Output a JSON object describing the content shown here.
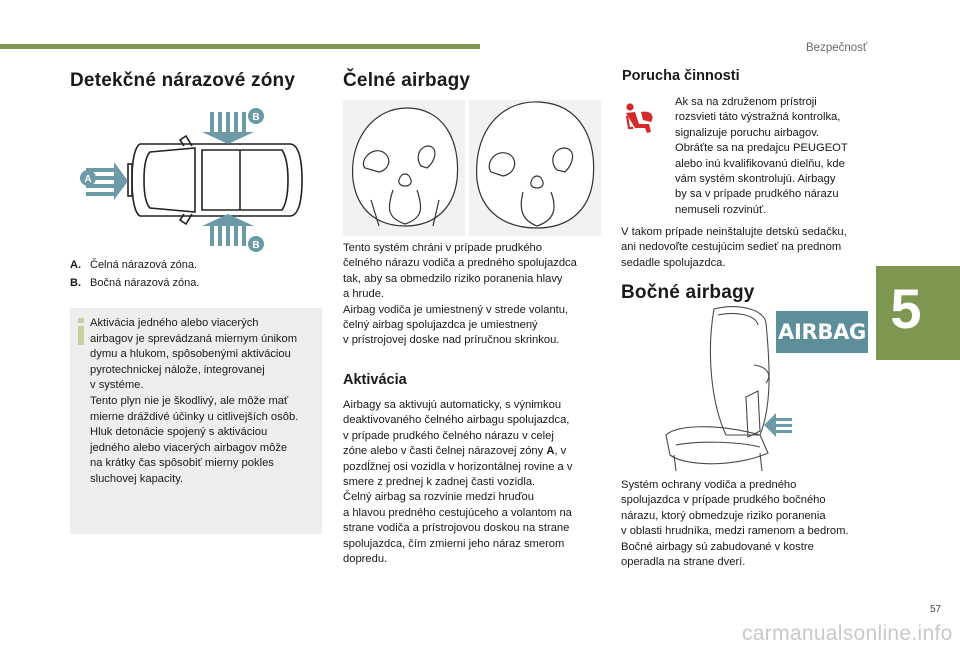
{
  "header": {
    "section": "Bezpečnosť",
    "chapter_number": "5"
  },
  "col1": {
    "title": "Detekčné nárazové zóny",
    "labels": [
      {
        "key": "A.",
        "text": "Čelná nárazová zóna."
      },
      {
        "key": "B.",
        "text": "Bočná nárazová zóna."
      }
    ],
    "figure_markers": {
      "a": "A",
      "b_top": "B",
      "b_bottom": "B"
    },
    "info": "Aktivácia jedného alebo viacerých\nairbagov je sprevádzaná miernym únikom\ndymu a hlukom, spôsobenými aktiváciou\npyrotechnickej nálože, integrovanej\nv systéme.\nTento plyn nie je škodlivý, ale môže mať\nmierne dráždivé účinky u citlivejších osôb.\nHluk detonácie spojený s aktiváciou\njedného alebo viacerých airbagov môže\nna krátky čas spôsobiť mierny pokles\nsluchovej kapacity."
  },
  "col2": {
    "title": "Čelné airbagy",
    "intro": "Tento systém chráni v prípade prudkého\nčelného nárazu vodiča a predného spolujazdca\ntak, aby sa obmedzilo riziko poranenia hlavy\na hrude.\nAirbag vodiča je umiestnený v strede volantu,\nčelný airbag spolujazdca je umiestnený\nv prístrojovej doske nad príručnou skrinkou.",
    "activation_title": "Aktivácia",
    "activation_pre": "Airbagy sa aktivujú automaticky, s výnimkou\ndeaktivovaného čelného airbagu spolujazdca,\nv prípade prudkého čelného nárazu v celej\nzóne alebo v časti čelnej nárazovej zóny ",
    "activation_zone": "A",
    "activation_post": ", v\npozdĺžnej osi vozidla v horizontálnej rovine a v\nsmere z prednej k zadnej časti vozidla.\nČelný airbag sa rozvinie medzi hruďou\na hlavou predného cestujúceho a volantom na\nstrane vodiča a prístrojovou doskou na strane\nspolujazdca, čím zmierni jeho náraz smerom\ndopredu."
  },
  "col3": {
    "fault_title": "Porucha činnosti",
    "fault_text": "Ak sa na združenom prístroji\nrozsvieti táto výstražná kontrolka,\nsignalizuje poruchu airbagov.\nObráťte sa na predajcu PEUGEOT\nalebo inú kvalifikovanú dielňu, kde\nvám systém skontrolujú. Airbagy\nby sa v prípade prudkého nárazu\nnemuseli rozvinúť.",
    "child_seat_text": "V takom prípade neinštalujte detskú sedačku,\nani nedovoľte cestujúcim sedieť na prednom\nsedadle spolujazdca.",
    "side_title": "Bočné airbagy",
    "seat_tag": "AIRBAG",
    "side_text": "Systém ochrany vodiča a predného\nspolujazdca v prípade prudkého bočného\nnárazu, ktorý obmedzuje riziko poranenia\nv oblasti hrudníka, medzi ramenom a bedrom.\nBočné airbagy sú zabudované v kostre\noperadla na strane dverí."
  },
  "footer": {
    "page_number": "57",
    "watermark": "carmanualsonline.info"
  },
  "colors": {
    "accent_green": "#7d9650",
    "arrow_blue": "#6c9aa6",
    "warning_red": "#d42a2a",
    "badge_teal": "#5d8f9b"
  }
}
